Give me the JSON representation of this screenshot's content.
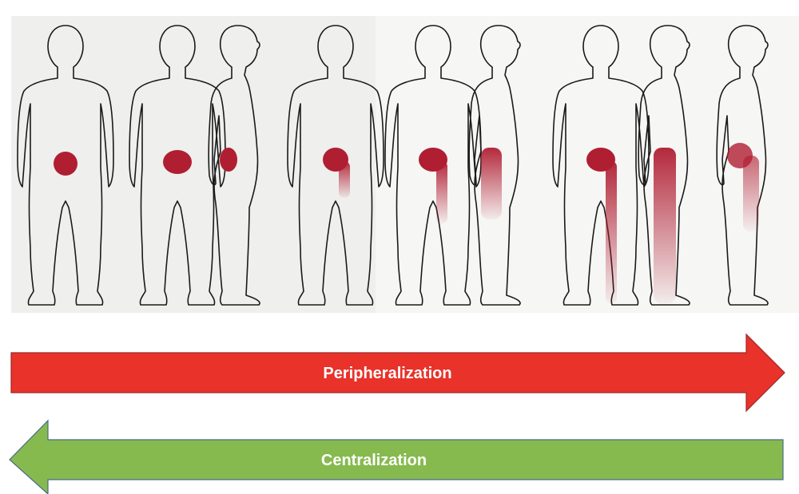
{
  "peripheralization": {
    "label": "Peripheralization",
    "color": "#e8322a"
  },
  "centralization": {
    "label": "Centralization",
    "color": "#86ba4f"
  },
  "pain_color": "#b01e32",
  "figures": [
    {
      "view": "back",
      "pain": "buttock-small"
    },
    {
      "view": "back",
      "pain": "buttock"
    },
    {
      "view": "side",
      "pain": "buttock"
    },
    {
      "view": "back",
      "pain": "buttock-upper-thigh"
    },
    {
      "view": "back",
      "pain": "buttock-thigh"
    },
    {
      "view": "side",
      "pain": "buttock-thigh"
    },
    {
      "view": "back",
      "pain": "full-leg"
    },
    {
      "view": "side",
      "pain": "full-leg"
    },
    {
      "view": "side",
      "pain": "buttock-thigh-faded"
    }
  ]
}
